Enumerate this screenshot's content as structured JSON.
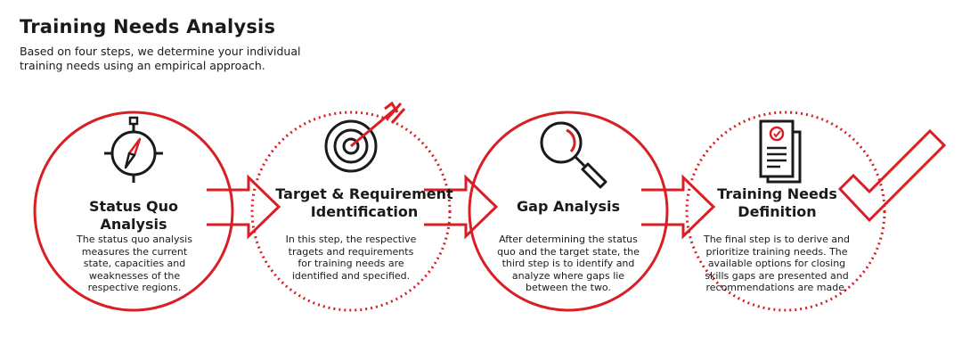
{
  "header": {
    "title": "Training Needs Analysis",
    "subtitle": "Based on four steps, we determine your individual training needs using an empirical approach."
  },
  "colors": {
    "accent": "#d81f26",
    "text": "#1a1a1a"
  },
  "steps": [
    {
      "icon": "compass-icon",
      "title": "Status Quo Analysis",
      "description": "The status quo analysis measures the current state, capacities and weaknesses of the respective regions."
    },
    {
      "icon": "target-icon",
      "title": "Target & Requirement Identification",
      "description": "In this step, the respective tragets and requirements for training needs are identified and specified."
    },
    {
      "icon": "magnifier-icon",
      "title": "Gap Analysis",
      "description": "After determining the status quo and the target state, the third step is to identify and analyze where gaps lie between the two."
    },
    {
      "icon": "document-icon",
      "title": "Training Needs Definition",
      "description": "The final step is to derive and prioritize training needs. The available options for closing skills gaps are presented and recommendations are made."
    }
  ]
}
